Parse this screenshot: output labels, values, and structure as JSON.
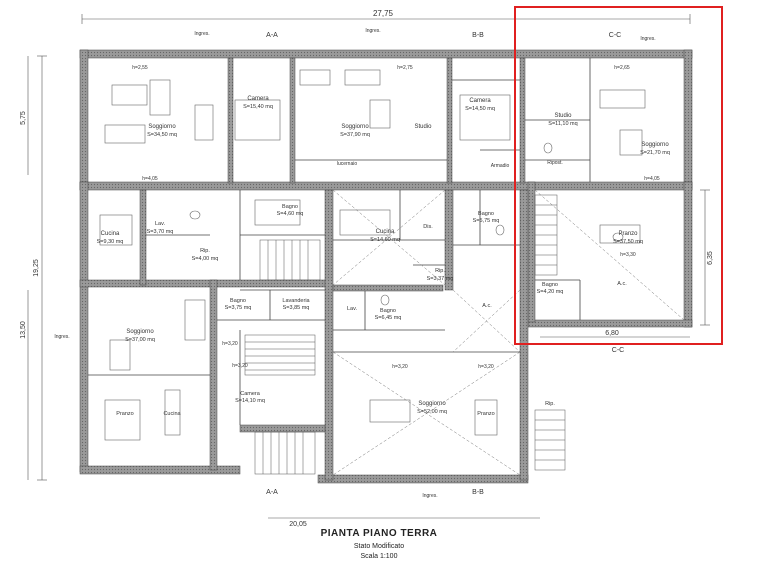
{
  "title": {
    "main": "PIANTA PIANO TERRA",
    "state": "Stato Modificato",
    "scale": "Scala 1:100"
  },
  "dimensions": {
    "total_width_top": "27,75",
    "total_width_bottom": "20,05",
    "total_height_left": "19,25",
    "left_5_75": "5,75",
    "left_13_50": "13,50",
    "right_6_35": "6,35",
    "bottom_6_80": "6,80"
  },
  "sections": {
    "aa_top": "A-A",
    "bb_top": "B-B",
    "cc_top": "C-C",
    "aa_bottom": "A-A",
    "bb_bottom": "B-B",
    "cc_bottom": "C-C"
  },
  "entries": {
    "top_1": "Ingres.",
    "top_2": "Ingres.",
    "top_3": "Ingres.",
    "left": "Ingres.",
    "bottom": "Ingres."
  },
  "rooms": {
    "soggiorno_nw": {
      "name": "Soggiorno",
      "area": "S=34,50 mq"
    },
    "camera_n1": {
      "name": "Camera",
      "area": "S=15,40 mq"
    },
    "soggiorno_n2": {
      "name": "Soggiorno",
      "area": "S=37,90 mq"
    },
    "studio_n": {
      "name": "Studio",
      "area": ""
    },
    "lucernaio": {
      "name": "lucernaio",
      "area": ""
    },
    "camera_n3": {
      "name": "Camera",
      "area": "S=14,50 mq"
    },
    "armadio": {
      "name": "Armadio",
      "area": ""
    },
    "studio_ne": {
      "name": "Studio",
      "area": "S=11,10 mq"
    },
    "soggiorno_ne": {
      "name": "Soggiorno",
      "area": "S=21,70 mq"
    },
    "ripost": {
      "name": "Ripost.",
      "area": ""
    },
    "cucina_w": {
      "name": "Cucina",
      "area": "S=9,30 mq"
    },
    "lav_w": {
      "name": "Lav.",
      "area": "S=3,70 mq"
    },
    "rip_w": {
      "name": "Rip.",
      "area": "S=4,00 mq"
    },
    "bagno_c1": {
      "name": "Bagno",
      "area": "S=4,60 mq"
    },
    "cucina_c": {
      "name": "Cucina",
      "area": "S=14,60 mq"
    },
    "dis": {
      "name": "Dis.",
      "area": ""
    },
    "bagno_c2": {
      "name": "Bagno",
      "area": "S=5,75 mq"
    },
    "pranzo_e": {
      "name": "Pranzo",
      "area": "S=37,50 mq"
    },
    "rip_c": {
      "name": "Rip.",
      "area": "S=3,37 mq"
    },
    "bagno_e": {
      "name": "Bagno",
      "area": "S=4,20 mq"
    },
    "ac_e": {
      "name": "A.c.",
      "area": ""
    },
    "bagno_sw": {
      "name": "Bagno",
      "area": "S=3,75 mq"
    },
    "lavanderia": {
      "name": "Lavanderia",
      "area": "S=3,85 mq"
    },
    "lav_c": {
      "name": "Lav.",
      "area": ""
    },
    "bagno_c3": {
      "name": "Bagno",
      "area": "S=6,45 mq"
    },
    "ac_c": {
      "name": "A.c.",
      "area": ""
    },
    "soggiorno_sw": {
      "name": "Soggiorno",
      "area": "S=37,00 mq"
    },
    "pranzo_sw": {
      "name": "Pranzo",
      "area": ""
    },
    "cucina_sw": {
      "name": "Cucina",
      "area": ""
    },
    "camera_s": {
      "name": "Camera",
      "area": "S=14,10 mq"
    },
    "soggiorno_s": {
      "name": "Soggiorno",
      "area": "S=52,00 mq"
    },
    "pranzo_s": {
      "name": "Pranzo",
      "area": ""
    },
    "rip_se": {
      "name": "Rip.",
      "area": ""
    }
  },
  "heights": {
    "h1": "h=2,55",
    "h2": "h=2,75",
    "h3": "h=2,65",
    "h4": "h=4,05",
    "h5": "h=3,20",
    "h6": "h=3,30",
    "h7": "h=3,20",
    "h8": "h=3,20",
    "h9": "h=3,20",
    "h10": "h=4,05"
  },
  "highlight": {
    "color": "#e02020"
  },
  "colors": {
    "wall": "#8a8a8a",
    "line": "#444444",
    "furniture": "#777777"
  }
}
